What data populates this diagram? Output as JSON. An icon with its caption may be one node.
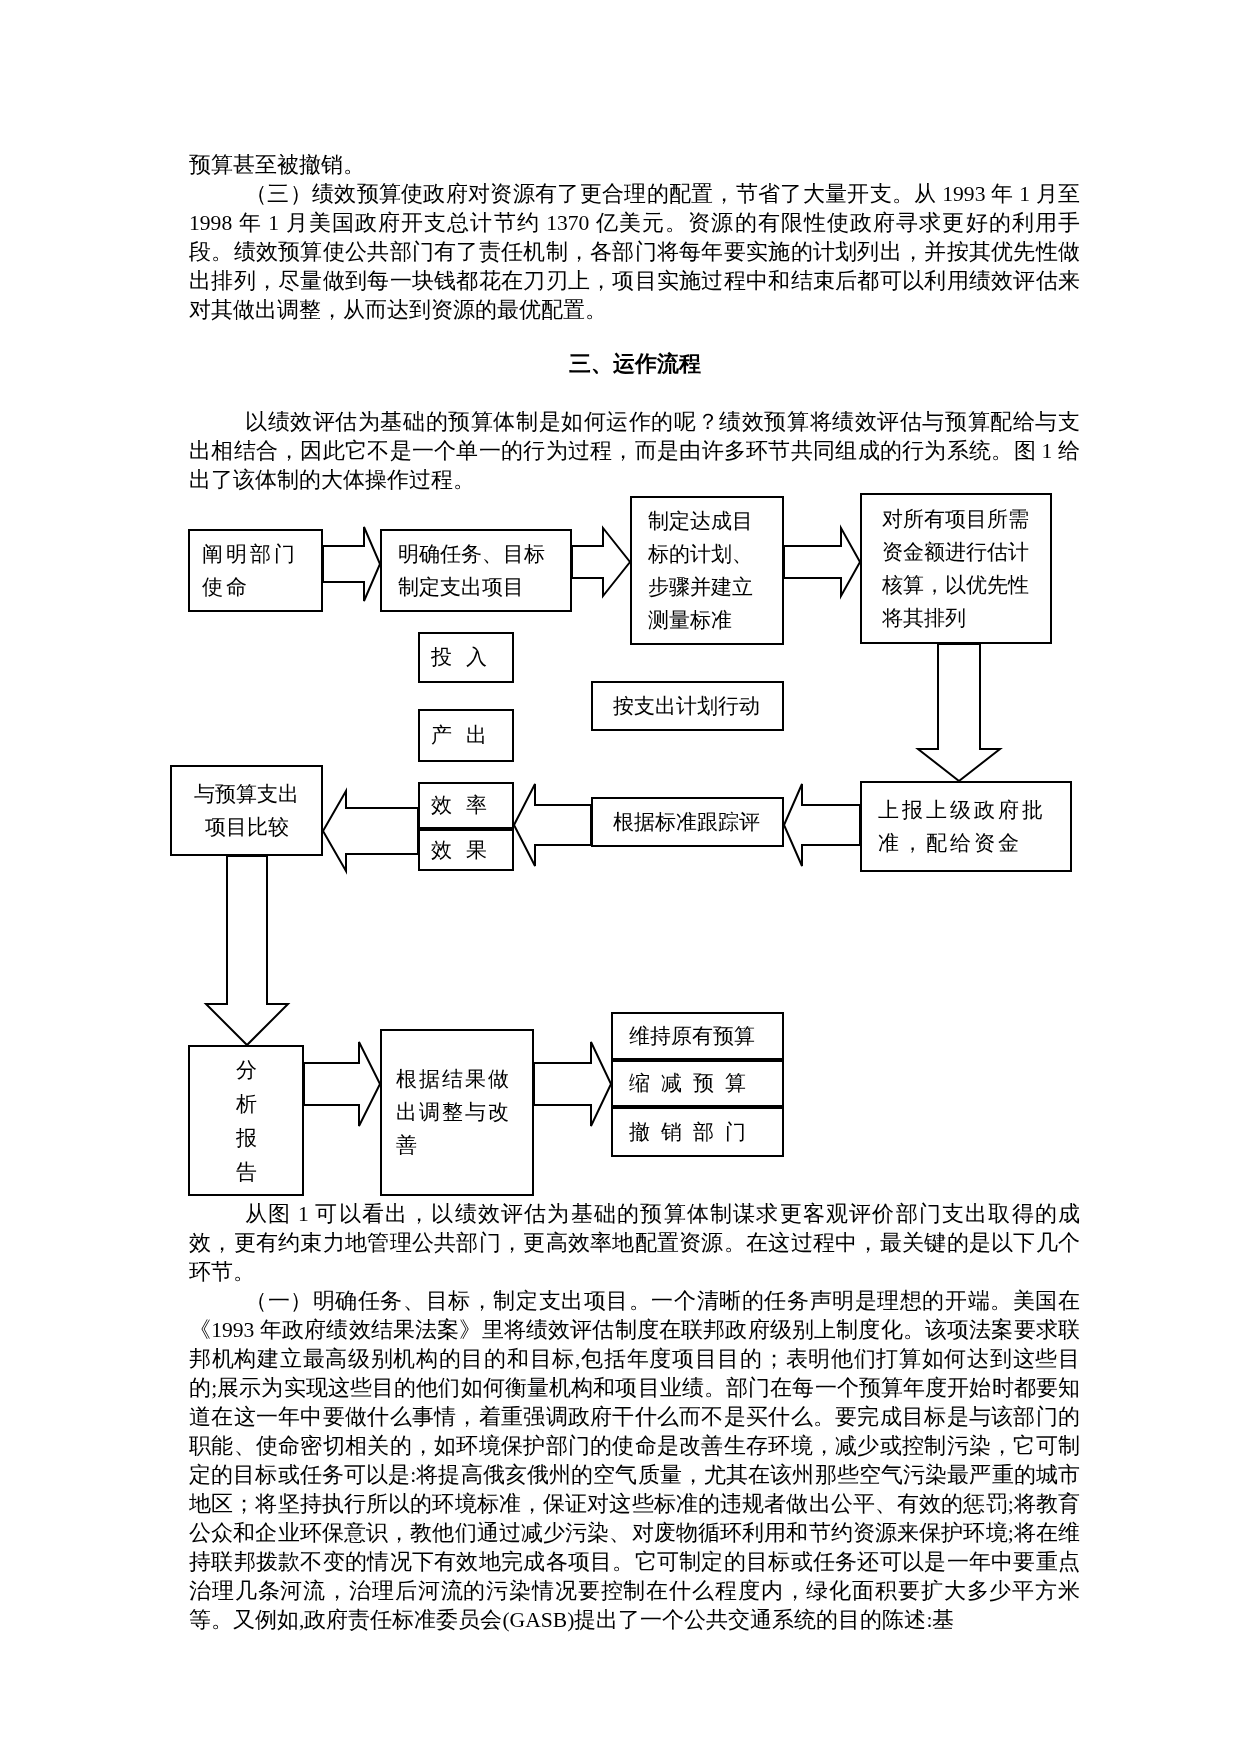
{
  "diagram": {
    "nodes": [
      {
        "text": [
          "阐明部门使命"
        ]
      },
      {
        "text": [
          "明确任务、目标制定支出项目"
        ]
      },
      {
        "text": [
          "制定达成目标的计划、步骤并建立测量标准"
        ]
      },
      {
        "text": [
          "对所有项目所需资金额进行估计核算，以优先性将其排列"
        ]
      },
      {
        "text": [
          "投入"
        ]
      },
      {
        "text": [
          "产出"
        ]
      },
      {
        "text": [
          "按支出计划行动"
        ]
      },
      {
        "text": [
          "与预算支出项目比较"
        ]
      },
      {
        "text": [
          "效率"
        ]
      },
      {
        "text": [
          "效果"
        ]
      },
      {
        "text": [
          "根据标准跟踪评"
        ]
      },
      {
        "text": [
          "上报上级政府批准，配给资金"
        ]
      },
      {
        "text": [
          "分析报告"
        ]
      },
      {
        "text": [
          "根据结果做出调整与改善"
        ]
      },
      {
        "text": [
          "维持原有预算"
        ]
      },
      {
        "text": [
          "缩减预算"
        ]
      },
      {
        "text": [
          "撤销部门"
        ]
      }
    ],
    "edges": [
      {
        "from": 0,
        "to": 1,
        "arrow": "to"
      },
      {
        "from": 1,
        "to": 2,
        "arrow": "to"
      },
      {
        "from": 2,
        "to": 3,
        "arrow": "to"
      },
      {
        "from": 3,
        "to": 11,
        "arrow": "to"
      },
      {
        "from": 11,
        "to": 10,
        "arrow": "to"
      },
      {
        "from": 10,
        "to": 8,
        "arrow": "to"
      },
      {
        "from": 10,
        "to": 9,
        "arrow": "to"
      },
      {
        "from": 8,
        "to": 7,
        "arrow": "to"
      },
      {
        "from": 9,
        "to": 7,
        "arrow": "to"
      },
      {
        "from": 7,
        "to": 12,
        "arrow": "to"
      },
      {
        "from": 12,
        "to": 13,
        "arrow": "to"
      },
      {
        "from": 13,
        "to": 14,
        "arrow": "to"
      },
      {
        "from": 13,
        "to": 15,
        "arrow": "to"
      },
      {
        "from": 13,
        "to": 16,
        "arrow": "to"
      }
    ],
    "labels": [
      "预算甚至被撤销。",
      "（三）绩效预算使政府对资源有了更合理的配置，节省了大量开支。从 1993 年 1 月至 1998 年 1 月美国政府开支总计节约 1370 亿美元。资源的有限性使政府寻求更好的利用手段。绩效预算使公共部门有了责任机制，各部门将每年要实施的计划列出，并按其优先性做出排列，尽量做到每一块钱都花在刀刃上，项目实施过程中和结束后都可以利用绩效评估来对其做出调整，从而达到资源的最优配置。",
      "三、运作流程",
      "以绩效评估为基础的预算体制是如何运作的呢？绩效预算将绩效评估与预算配给与支出相结合，因此它不是一个单一的行为过程，而是由许多环节共同组成的行为系统。图 1 给出了该体制的大体操作过程。",
      "从图 1 可以看出，以绩效评估为基础的预算体制谋求更客观评价部门支出取得的成效，更有约束力地管理公共部门，更高效率地配置资源。在这过程中，最关键的是以下几个环节。",
      "（一）明确任务、目标，制定支出项目。一个清晰的任务声明是理想的开端。美国在《1993 年政府绩效结果法案》里将绩效评估制度在联邦政府级别上制度化。该项法案要求联邦机构建立最高级别机构的目的和目标,包括年度项目目的；表明他们打算如何达到这些目的;展示为实现这些目的他们如何衡量机构和项目业绩。部门在每一个预算年度开始时都要知道在这一年中要做什么事情，着重强调政府干什么而不是买什么。要完成目标是与该部门的职能、使命密切相关的，如环境保护部门的使命是改善生存环境，减少或控制污染，它可制定的目标或任务可以是:将提高俄亥俄州的空气质量，尤其在该州那些空气污染最严重的城市地区；将坚持执行所以的环境标准，保证对这些标准的违规者做出公平、有效的惩罚;将教育公众和企业环保意识，教他们通过减少污染、对废物循环利用和节约资源来保护环境;将在维持联邦拨款不变的情况下有效地完成各项目。它可制定的目标或任务还可以是一年中要重点治理几条河流，治理后河流的污染情况要控制在什么程度内，绿化面积要扩大多少平方米等。又例如,政府责任标准委员会(GASB)提出了一个公共交通系统的目的陈述:基"
    ]
  }
}
